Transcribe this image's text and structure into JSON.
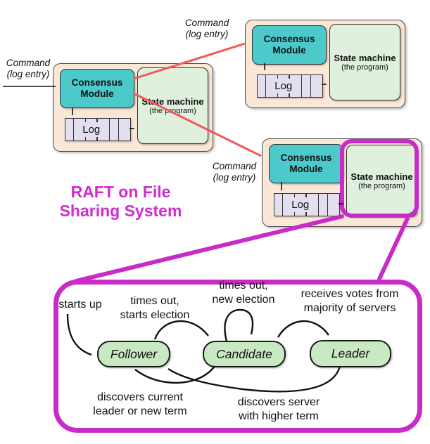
{
  "title": {
    "line1": "RAFT on File",
    "line2": "Sharing System"
  },
  "command_label": {
    "line1": "Command",
    "line2": "(log entry)"
  },
  "server_labels": {
    "consensus_line1": "Consensus",
    "consensus_line2": "Module",
    "log": "Log",
    "state_machine": "State machine",
    "state_machine_sub": "(the program)"
  },
  "state_diagram": {
    "states": {
      "follower": "Follower",
      "candidate": "Candidate",
      "leader": "Leader"
    },
    "labels": {
      "starts_up": "starts up",
      "times_out_starts_line1": "times out,",
      "times_out_starts_line2": "starts election",
      "times_out_new_line1": "times out,",
      "times_out_new_line2": "new election",
      "receives_votes_line1": "receives votes from",
      "receives_votes_line2": "majority of servers",
      "discovers_leader_line1": "discovers current",
      "discovers_leader_line2": "leader or new term",
      "discovers_server_line1": "discovers server",
      "discovers_server_line2": "with higher term"
    }
  },
  "colors": {
    "magenta": "#C92BC9",
    "title_magenta": "#CF2BCF",
    "red_arrow": "#F2595B",
    "consensus_teal": "#4CC9CB",
    "server_bg": "#FAE7D6",
    "state_machine_green": "#DFF0DD",
    "log_lavender": "#E3DFF0",
    "state_pill_green": "#C9E9C2"
  }
}
